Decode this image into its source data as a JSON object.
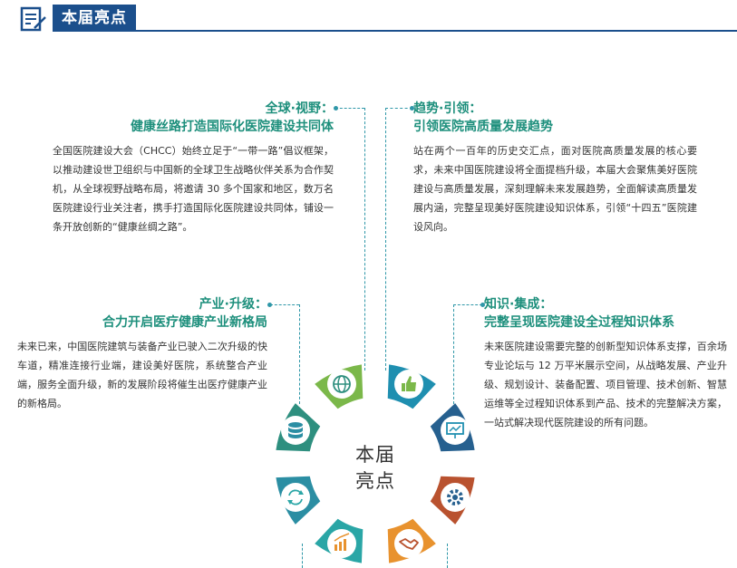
{
  "header": {
    "title": "本届亮点",
    "icon": "document-edit-icon"
  },
  "sections": {
    "global": {
      "title1": "全球·视野：",
      "title2": "健康丝路打造国际化医院建设共同体",
      "body": "全国医院建设大会（CHCC）始终立足于“一带一路”倡议框架，以推动建设世卫组织与中国新的全球卫生战略伙伴关系为合作契机，从全球视野战略布局，将邀请 30 多个国家和地区，数万名医院建设行业关注者，携手打造国际化医院建设共同体，铺设一条开放创新的“健康丝绸之路”。"
    },
    "trend": {
      "title1": "趋势·引领：",
      "title2": "引领医院高质量发展趋势",
      "body": "站在两个一百年的历史交汇点，面对医院高质量发展的核心要求，未来中国医院建设将全面提档升级，本届大会聚焦美好医院建设与高质量发展，深刻理解未来发展趋势，全面解读高质量发展内涵，完整呈现美好医院建设知识体系，引领“十四五”医院建设风向。"
    },
    "industry": {
      "title1": "产业·升级：",
      "title2": "合力开启医疗健康产业新格局",
      "body": "未来已来，中国医院建筑与装备产业已驶入二次升级的快车道，精准连接行业端，建设美好医院，系统整合产业端，服务全面升级，新的发展阶段将催生出医疗健康产业的新格局。"
    },
    "knowledge": {
      "title1": "知识·集成：",
      "title2": "完整呈现医院建设全过程知识体系",
      "body": "未来医院建设需要完整的创新型知识体系支撑，百余场专业论坛与 12 万平米展示空间，从战略发展、产业升级、规划设计、装备配置、项目管理、技术创新、智慧运维等全过程知识体系到产品、技术的完整解决方案，一站式解决现代医院建设的所有问题。"
    }
  },
  "center": {
    "line1": "本届",
    "line2": "亮点"
  },
  "petals": [
    {
      "name": "globe-icon",
      "color": "#2e8f7f"
    },
    {
      "name": "thumbs-up-icon",
      "color": "#7bb84a"
    },
    {
      "name": "presentation-icon",
      "color": "#1f8fb0"
    },
    {
      "name": "gear-icon",
      "color": "#26608f"
    },
    {
      "name": "handshake-icon",
      "color": "#b9522f"
    },
    {
      "name": "bar-chart-icon",
      "color": "#e8922e"
    },
    {
      "name": "refresh-icon",
      "color": "#2aa6a6"
    },
    {
      "name": "database-icon",
      "color": "#2b8ea3"
    }
  ]
}
